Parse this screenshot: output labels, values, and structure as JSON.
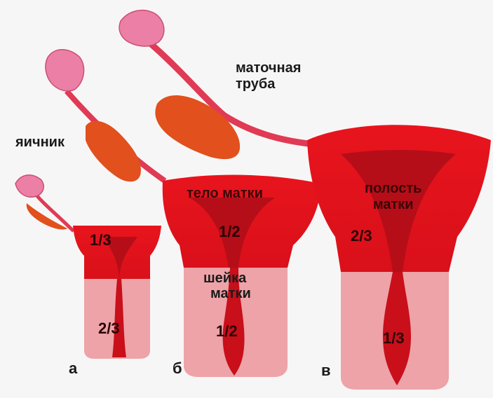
{
  "labels": {
    "ovary": "яичник",
    "fallopian_tube": [
      "маточная",
      "труба"
    ],
    "uterus_body": "тело матки",
    "cervix": [
      "шейка",
      "матки"
    ],
    "uterine_cavity": [
      "полость",
      "матки"
    ]
  },
  "figures": {
    "a": {
      "letter": "а",
      "body_fraction": "1/3",
      "cervix_fraction": "2/3"
    },
    "b": {
      "letter": "б",
      "body_fraction": "1/2",
      "cervix_fraction": "1/2"
    },
    "c": {
      "letter": "в",
      "body_fraction": "2/3",
      "cervix_fraction": "1/3"
    }
  },
  "colors": {
    "uterus_body": "#e8141d",
    "cavity": "#b50e18",
    "cervix": "#eda3a8",
    "canal": "#c80f1a",
    "tube": "#e03a55",
    "fimbria": "#ec7fa6",
    "ovary": "#e1501d"
  }
}
